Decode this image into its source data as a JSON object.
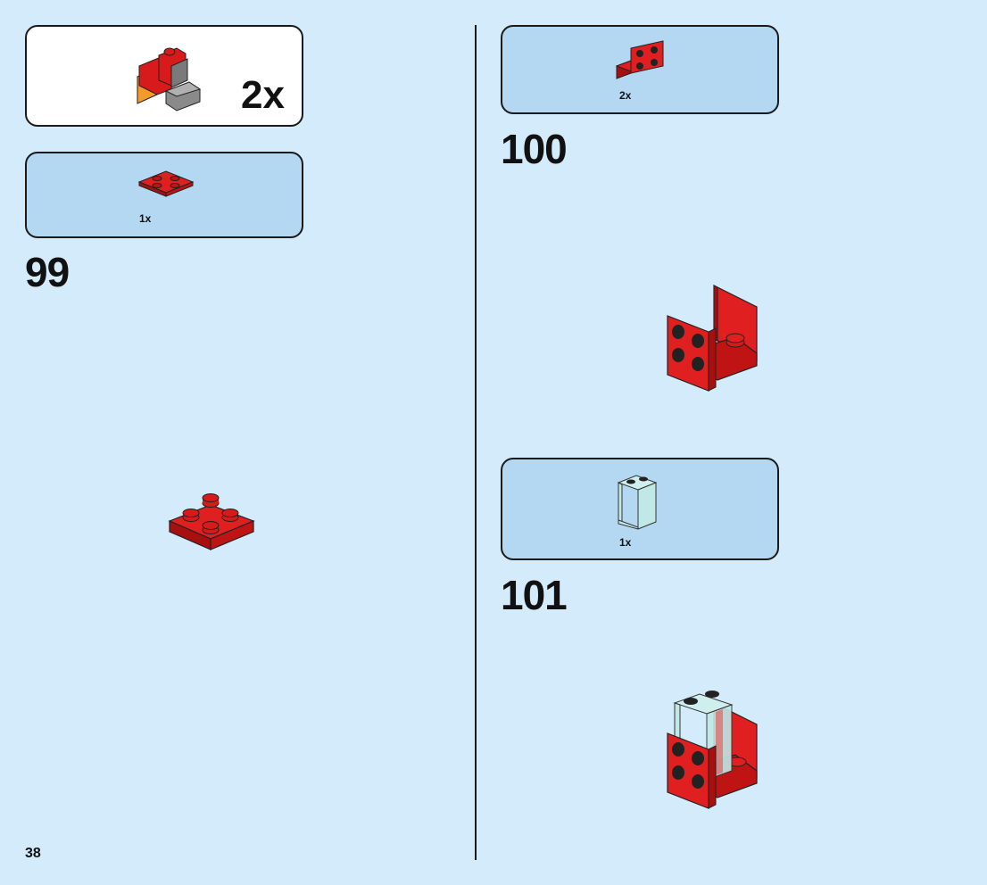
{
  "page_number": "38",
  "submodel": {
    "multiplier": "2x"
  },
  "steps": [
    {
      "number": "99",
      "parts": [
        {
          "quantity": "1x",
          "part": "red 2x2 plate"
        }
      ]
    },
    {
      "number": "100",
      "parts": [
        {
          "quantity": "2x",
          "part": "red 1x2 - 2x2 bracket"
        }
      ]
    },
    {
      "number": "101",
      "parts": [
        {
          "quantity": "1x",
          "part": "trans-light-blue 1x2x2 panel"
        }
      ]
    }
  ],
  "colors": {
    "background": "#d4ebfb",
    "callout_blue": "#b5d8f2",
    "brick_red": "#d81a1a",
    "trans_light_blue": "#bfe8e6"
  }
}
